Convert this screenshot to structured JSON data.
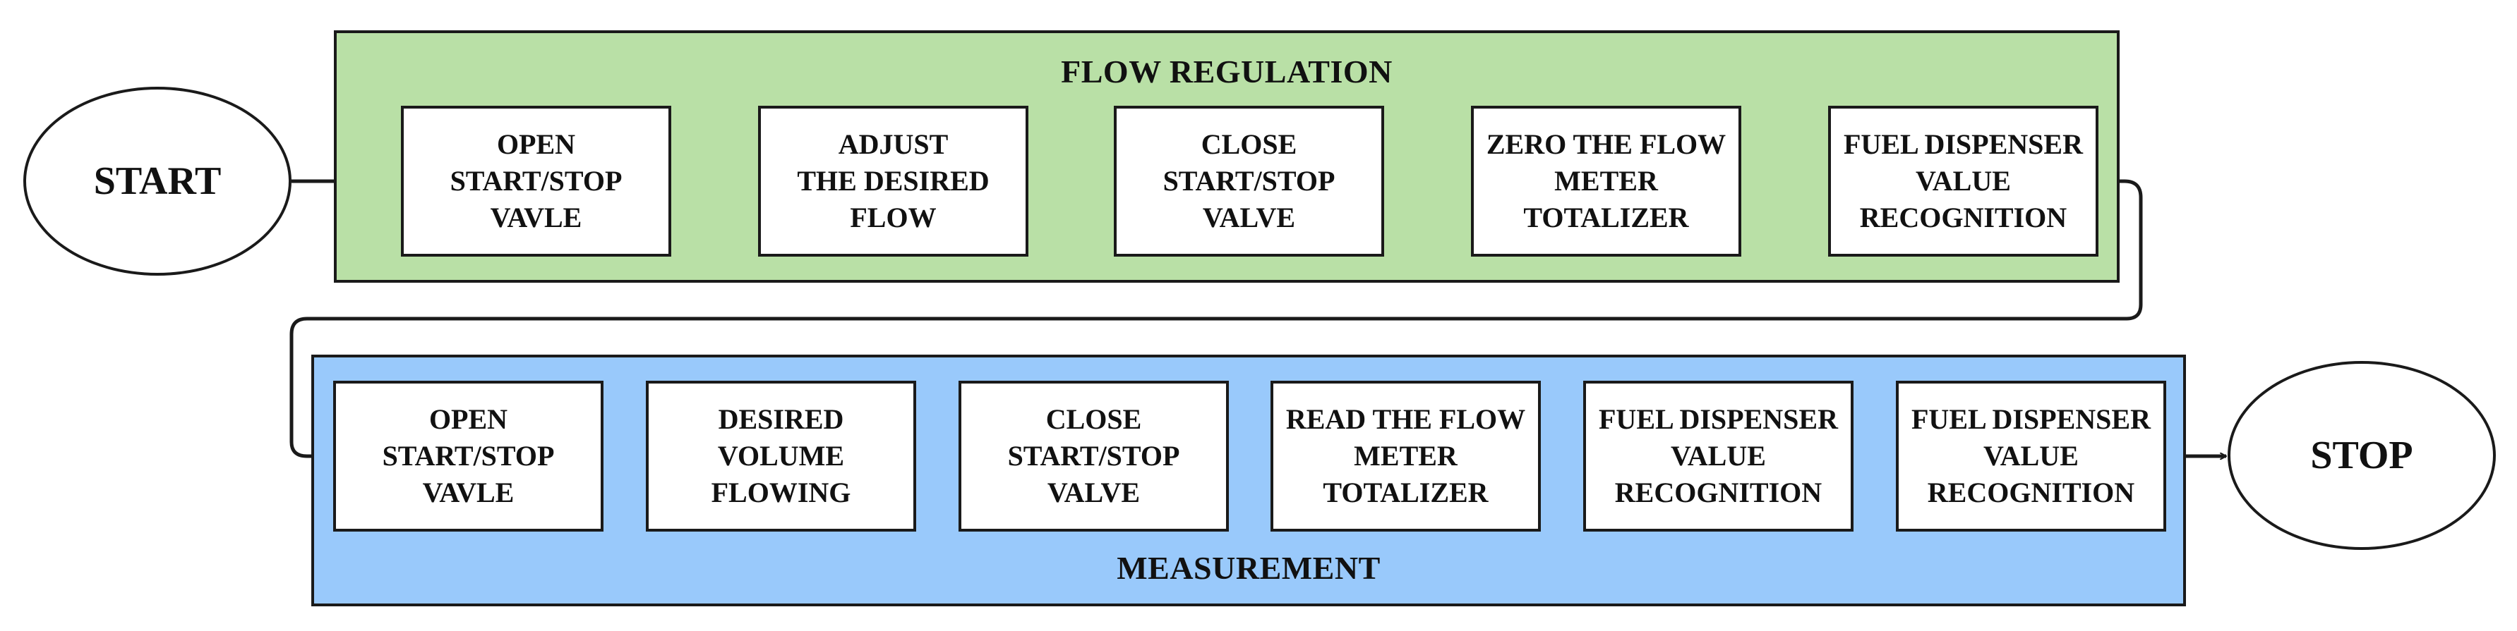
{
  "terminals": {
    "start": "START",
    "stop": "STOP"
  },
  "groups": {
    "flow_regulation": {
      "title": "FLOW REGULATION",
      "steps": [
        [
          "OPEN",
          "START/STOP",
          "VAVLE"
        ],
        [
          "ADJUST",
          "THE DESIRED",
          "FLOW"
        ],
        [
          "CLOSE",
          "START/STOP",
          "VALVE"
        ],
        [
          "ZERO THE FLOW",
          "METER",
          "TOTALIZER"
        ],
        [
          "FUEL DISPENSER",
          "VALUE",
          "RECOGNITION"
        ]
      ]
    },
    "measurement": {
      "title": "MEASUREMENT",
      "steps": [
        [
          "OPEN",
          "START/STOP",
          "VAVLE"
        ],
        [
          "DESIRED",
          "VOLUME",
          "FLOWING"
        ],
        [
          "CLOSE",
          "START/STOP",
          "VALVE"
        ],
        [
          "READ THE FLOW",
          "METER",
          "TOTALIZER"
        ],
        [
          "FUEL DISPENSER",
          "VALUE",
          "RECOGNITION"
        ],
        [
          "FUEL DISPENSER",
          "VALUE",
          "RECOGNITION"
        ]
      ]
    }
  },
  "colors": {
    "flow_regulation_fill": "#b9e0a6",
    "measurement_fill": "#99c9fb",
    "box_fill": "#ffffff",
    "stroke": "#1a1a1a"
  }
}
